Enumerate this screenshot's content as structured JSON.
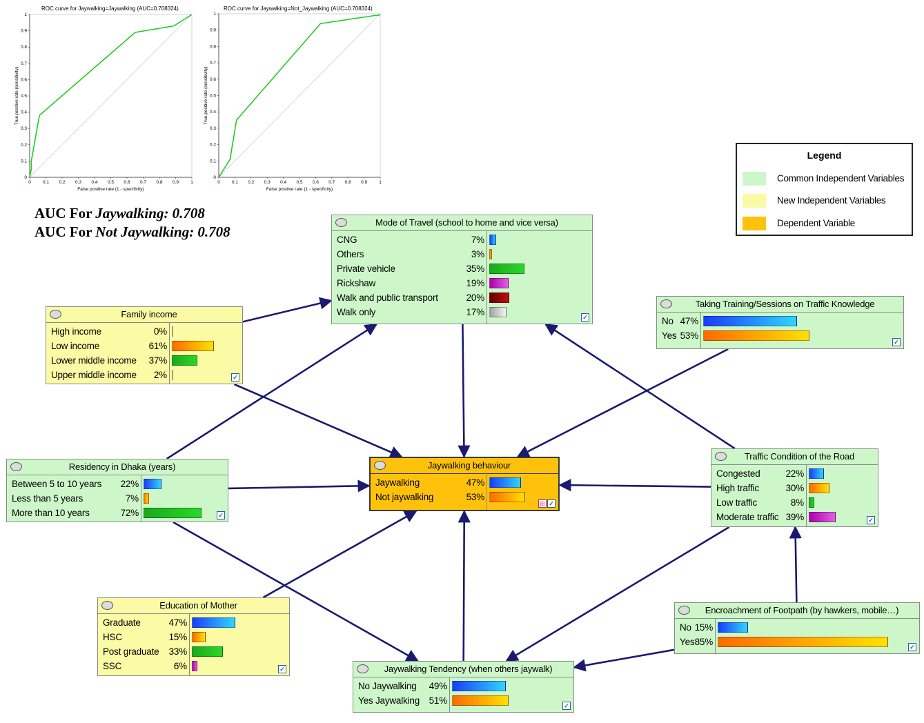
{
  "colors": {
    "green_node": "#cdf7c9",
    "yellow_node": "#fbfaa5",
    "orange_node": "#ffc20c",
    "arrow": "#1a1a6e",
    "roc_curve": "#22cc22"
  },
  "roc_charts": [
    {
      "title": "ROC curve for Jaywalking=Jaywalking (AUC=0.708324)",
      "xlabel": "False positive rate (1 - specificity)",
      "ylabel": "True positive rate (sensitivity)",
      "ticks": [
        "0",
        "0.1",
        "0.2",
        "0.3",
        "0.4",
        "0.5",
        "0.6",
        "0.7",
        "0.8",
        "0.9",
        "1"
      ],
      "xlim": [
        0,
        1
      ],
      "ylim": [
        0,
        1
      ],
      "chart_data": {
        "type": "line",
        "x": [
          0,
          0.01,
          0.01,
          0.06,
          0.65,
          0.89,
          1.0
        ],
        "y": [
          0,
          0.05,
          0.1,
          0.38,
          0.89,
          0.93,
          1.0
        ]
      }
    },
    {
      "title": "ROC curve for Jaywalking=Not_Jaywalking (AUC=0.708324)",
      "xlabel": "False positive rate (1 - specificity)",
      "ylabel": "True positive rate (sensitivity)",
      "ticks": [
        "0",
        "0.1",
        "0.2",
        "0.3",
        "0.4",
        "0.5",
        "0.6",
        "0.7",
        "0.8",
        "0.9",
        "1"
      ],
      "xlim": [
        0,
        1
      ],
      "ylim": [
        0,
        1
      ],
      "chart_data": {
        "type": "line",
        "x": [
          0,
          0.07,
          0.11,
          0.63,
          0.97,
          0.99,
          1.0
        ],
        "y": [
          0,
          0.11,
          0.35,
          0.94,
          0.99,
          0.99,
          1.0
        ]
      }
    }
  ],
  "auc": {
    "line1_prefix": "AUC For ",
    "line1_name": "Jaywalking: 0.708",
    "line2_prefix": "AUC For ",
    "line2_name": "Not Jaywalking: 0.708"
  },
  "legend": {
    "title": "Legend",
    "items": [
      {
        "label": "Common Independent Variables",
        "color": "#cdf7c9"
      },
      {
        "label": "New Independent Variables",
        "color": "#fbfaa5"
      },
      {
        "label": "Dependent Variable",
        "color": "#ffc20c"
      }
    ]
  },
  "nodes": {
    "mode": {
      "title": "Mode of Travel (school to home and vice versa)",
      "states": [
        {
          "label": "CNG",
          "pct": "7%",
          "value": 7,
          "color": "blue"
        },
        {
          "label": "Others",
          "pct": "3%",
          "value": 3,
          "color": "orange"
        },
        {
          "label": "Private vehicle",
          "pct": "35%",
          "value": 35,
          "color": "green"
        },
        {
          "label": "Rickshaw",
          "pct": "19%",
          "value": 19,
          "color": "magenta"
        },
        {
          "label": "Walk and public transport",
          "pct": "20%",
          "value": 20,
          "color": "darkred"
        },
        {
          "label": "Walk only",
          "pct": "17%",
          "value": 17,
          "color": "gray"
        }
      ]
    },
    "family": {
      "title": "Family income",
      "states": [
        {
          "label": "High income",
          "pct": "0%",
          "value": 0,
          "color": "blue"
        },
        {
          "label": "Low income",
          "pct": "61%",
          "value": 61,
          "color": "orange"
        },
        {
          "label": "Lower middle income",
          "pct": "37%",
          "value": 37,
          "color": "green"
        },
        {
          "label": "Upper middle income",
          "pct": "2%",
          "value": 2,
          "color": "magenta"
        }
      ]
    },
    "training": {
      "title": "Taking Training/Sessions on Traffic Knowledge",
      "states": [
        {
          "label": "No",
          "pct": "47%",
          "value": 47,
          "color": "blue"
        },
        {
          "label": "Yes",
          "pct": "53%",
          "value": 53,
          "color": "orange"
        }
      ]
    },
    "residency": {
      "title": "Residency in Dhaka (years)",
      "states": [
        {
          "label": "Between 5 to 10 years",
          "pct": "22%",
          "value": 22,
          "color": "blue"
        },
        {
          "label": "Less than 5 years",
          "pct": "7%",
          "value": 7,
          "color": "orange"
        },
        {
          "label": "More than 10 years",
          "pct": "72%",
          "value": 72,
          "color": "green"
        }
      ]
    },
    "jay": {
      "title": "Jaywalking behaviour",
      "states": [
        {
          "label": "Jaywalking",
          "pct": "47%",
          "value": 47,
          "color": "blue"
        },
        {
          "label": "Not jaywalking",
          "pct": "53%",
          "value": 53,
          "color": "orange"
        }
      ]
    },
    "traffic": {
      "title": "Traffic Condition of the Road",
      "states": [
        {
          "label": "Congested",
          "pct": "22%",
          "value": 22,
          "color": "blue"
        },
        {
          "label": "High traffic",
          "pct": "30%",
          "value": 30,
          "color": "orange"
        },
        {
          "label": "Low traffic",
          "pct": "8%",
          "value": 8,
          "color": "green"
        },
        {
          "label": "Moderate traffic",
          "pct": "39%",
          "value": 39,
          "color": "magenta"
        }
      ]
    },
    "mother": {
      "title": "Education of Mother",
      "states": [
        {
          "label": "Graduate",
          "pct": "47%",
          "value": 47,
          "color": "blue"
        },
        {
          "label": "HSC",
          "pct": "15%",
          "value": 15,
          "color": "orange"
        },
        {
          "label": "Post graduate",
          "pct": "33%",
          "value": 33,
          "color": "green"
        },
        {
          "label": "SSC",
          "pct": "6%",
          "value": 6,
          "color": "magenta"
        }
      ]
    },
    "encroach": {
      "title": "Encroachment of Footpath (by hawkers, mobile…)",
      "states": [
        {
          "label": "No",
          "pct": "15%",
          "value": 15,
          "color": "blue"
        },
        {
          "label": "Yes",
          "pct": "85%",
          "value": 85,
          "color": "orange"
        }
      ]
    },
    "tendency": {
      "title": "Jaywalking Tendency (when others jaywalk)",
      "states": [
        {
          "label": "No Jaywalking",
          "pct": "49%",
          "value": 49,
          "color": "blue"
        },
        {
          "label": "Yes Jaywalking",
          "pct": "51%",
          "value": 51,
          "color": "orange"
        }
      ]
    }
  },
  "edges": [
    {
      "from": "family",
      "to": "mode"
    },
    {
      "from": "family",
      "to": "jay"
    },
    {
      "from": "residency",
      "to": "mode"
    },
    {
      "from": "residency",
      "to": "jay"
    },
    {
      "from": "residency",
      "to": "tendency"
    },
    {
      "from": "mode",
      "to": "jay"
    },
    {
      "from": "training",
      "to": "jay"
    },
    {
      "from": "traffic",
      "to": "mode"
    },
    {
      "from": "traffic",
      "to": "jay"
    },
    {
      "from": "traffic",
      "to": "tendency"
    },
    {
      "from": "mother",
      "to": "jay"
    },
    {
      "from": "tendency",
      "to": "jay"
    },
    {
      "from": "encroach",
      "to": "traffic"
    },
    {
      "from": "encroach",
      "to": "tendency"
    }
  ]
}
